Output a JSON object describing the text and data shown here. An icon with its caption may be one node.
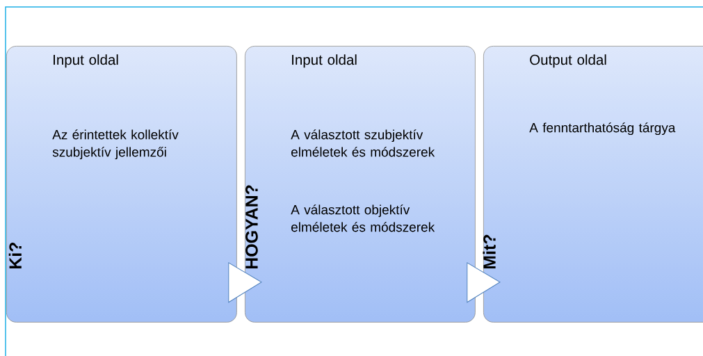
{
  "diagram": {
    "nodes": [
      {
        "text": [
          "Input oldal",
          "Az érintettek kollektív szubjektív jellemzői",
          "Ki?"
        ]
      },
      {
        "text": [
          "Input oldal",
          "A választott szubjektív elméletek és módszerek",
          "A választott objektív elméletek és módszerek",
          "HOGYAN?"
        ]
      },
      {
        "text": [
          "Output oldal",
          "A fenntarthatóság tárgya",
          "Mit?"
        ]
      }
    ],
    "edges": [
      {
        "from": 0,
        "to": 1,
        "arrow": "to"
      },
      {
        "from": 1,
        "to": 2,
        "arrow": "to"
      }
    ]
  }
}
